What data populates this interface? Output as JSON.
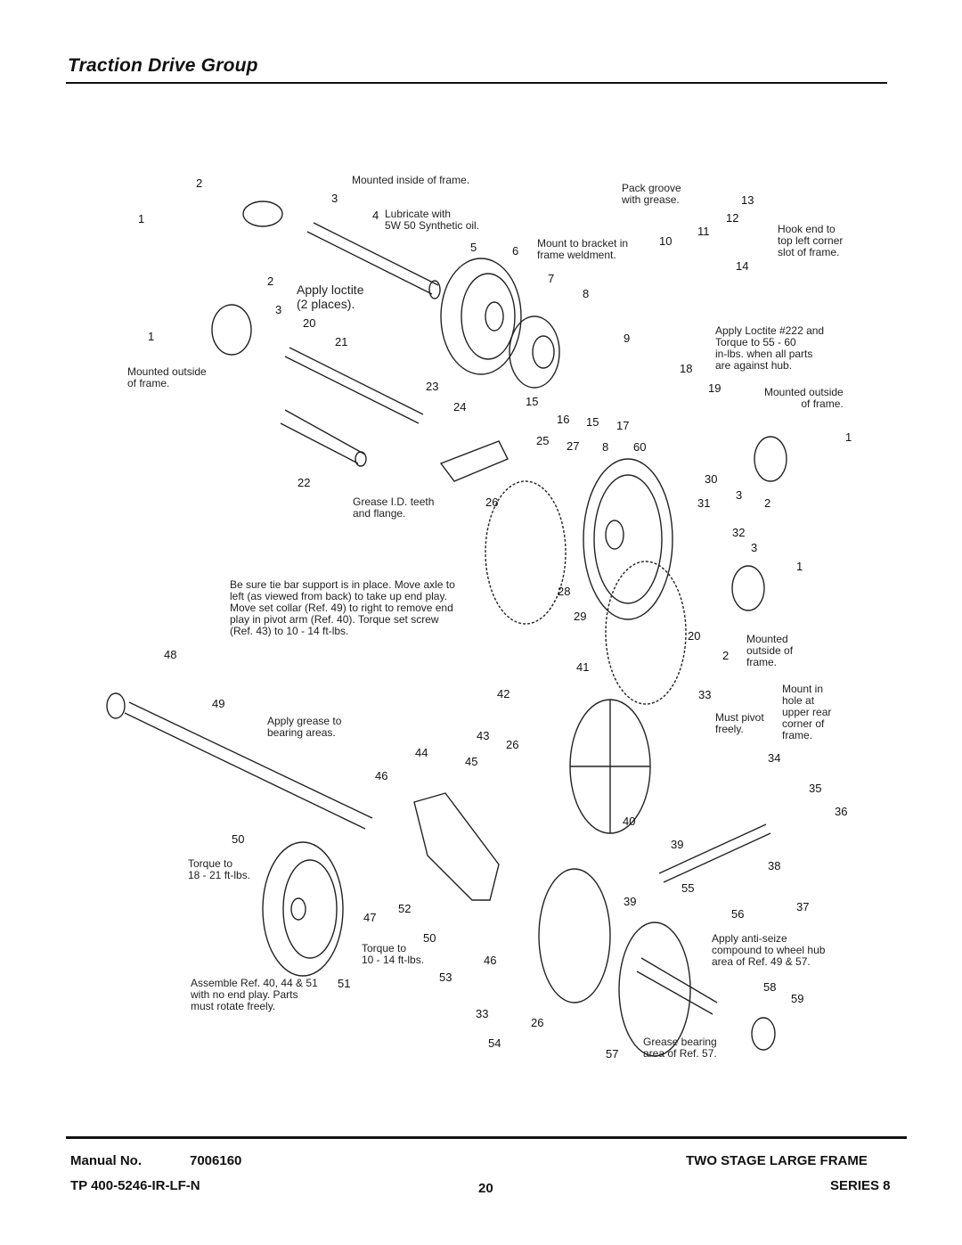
{
  "header": {
    "title": "Traction Drive Group"
  },
  "notes": {
    "mounted_inside": "Mounted inside of frame.",
    "lubricate": "Lubricate with\n5W 50 Synthetic oil.",
    "apply_loctite": "Apply loctite\n(2 places).",
    "mounted_outside_left": "Mounted outside\nof frame.",
    "pack_groove": "Pack groove\nwith grease.",
    "mount_bracket": "Mount to bracket in\nframe weldment.",
    "hook_end": "Hook end to\ntop left corner\nslot of frame.",
    "apply_loctite_222": "Apply Loctite #222 and\nTorque to 55 - 60\nin-lbs. when all parts\nare against hub.",
    "mounted_outside_right": "Mounted outside\nof frame.",
    "grease_teeth": "Grease I.D. teeth\nand flange.",
    "tie_bar": "Be sure tie bar support is in place. Move axle to\nleft (as viewed from back) to take up end play.\nMove set collar (Ref. 49) to right to remove end\nplay in pivot arm (Ref. 40). Torque set screw\n(Ref. 43) to 10 - 14 ft-lbs.",
    "mounted_outside_frame": "Mounted\noutside of\nframe.",
    "mount_hole": "Mount in\nhole at\nupper rear\ncorner of\nframe.",
    "must_pivot": "Must pivot\nfreely.",
    "apply_grease": "Apply grease to\nbearing areas.",
    "torque_18": "Torque to\n18 - 21 ft-lbs.",
    "torque_10": "Torque to\n10 - 14 ft-lbs.",
    "assemble": "Assemble Ref. 40, 44 & 51\nwith no end play. Parts\nmust rotate freely.",
    "anti_seize": "Apply anti-seize\ncompound to wheel hub\narea of Ref. 49 & 57.",
    "grease_bearing": "Grease bearing\narea of Ref. 57."
  },
  "refs": [
    "2",
    "3",
    "1",
    "4",
    "5",
    "6",
    "2",
    "3",
    "20",
    "1",
    "21",
    "23",
    "22",
    "24",
    "25",
    "26",
    "7",
    "8",
    "9",
    "10",
    "11",
    "12",
    "13",
    "14",
    "18",
    "19",
    "15",
    "16",
    "15",
    "17",
    "27",
    "8",
    "60",
    "30",
    "31",
    "3",
    "2",
    "1",
    "32",
    "3",
    "1",
    "28",
    "29",
    "20",
    "2",
    "41",
    "48",
    "49",
    "42",
    "43",
    "26",
    "44",
    "45",
    "46",
    "40",
    "39",
    "50",
    "47",
    "52",
    "50",
    "51",
    "53",
    "46",
    "33",
    "26",
    "54",
    "57",
    "39",
    "55",
    "56",
    "58",
    "59",
    "33",
    "34",
    "35",
    "36",
    "38",
    "37"
  ],
  "footer": {
    "manual_label": "Manual No.",
    "manual_no": "7006160",
    "tp": "TP 400-5246-IR-LF-N",
    "page": "20",
    "product": "TWO STAGE LARGE FRAME",
    "series": "SERIES 8"
  }
}
